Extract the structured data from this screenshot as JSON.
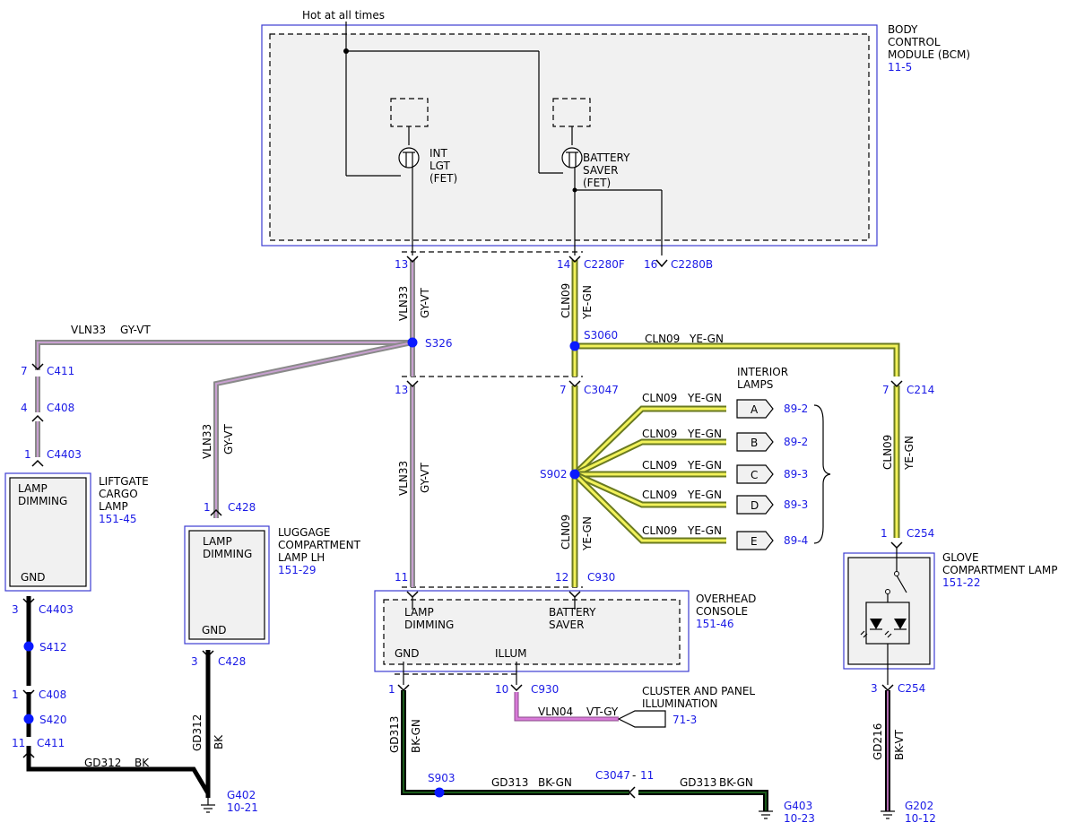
{
  "colors": {
    "gy_vt_core": "#c8a0d0",
    "gy_vt_stripe": "#8a8a8a",
    "ye_gn_core": "#f2f25a",
    "ye_gn_edge": "#6a7a20",
    "bk": "#000000",
    "bk_gn_core": "#1a5a1a",
    "vt_gy": "#d87ad8",
    "bk_vt": "#b06ab0",
    "splice": "#0a1aff",
    "ref_text": "#1a1ae6"
  },
  "top": {
    "hot_label": "Hot at all times"
  },
  "bcm": {
    "title": [
      "BODY",
      "CONTROL",
      "MODULE (BCM)"
    ],
    "ref": "11-5",
    "int_lgt": [
      "INT",
      "LGT",
      "(FET)"
    ],
    "battery_saver": [
      "BATTERY",
      "SAVER",
      "(FET)"
    ]
  },
  "pins": {
    "bcm_13": "13",
    "bcm_14": "14",
    "c2280f": "C2280F",
    "bcm_16": "16",
    "c2280b": "C2280B",
    "c3047_13": "13",
    "c3047_7": "7",
    "c3047": "C3047",
    "c930_11": "11",
    "c930_12": "12",
    "c930": "C930",
    "c930_10": "10",
    "c930_b": "C930",
    "oc_gnd_1": "1"
  },
  "wires": {
    "vln33": "VLN33",
    "gy_vt": "GY-VT",
    "cln09": "CLN09",
    "ye_gn": "YE-GN",
    "vln04": "VLN04",
    "vt_gy": "VT-GY",
    "gd312": "GD312",
    "bk": "BK",
    "gd313": "GD313",
    "bk_gn": "BK-GN",
    "gd216": "GD216",
    "bk_vt": "BK-VT"
  },
  "splices": {
    "s326": "S326",
    "s3060": "S3060",
    "s902": "S902",
    "s903": "S903",
    "s412": "S412",
    "s420": "S420"
  },
  "liftgate": {
    "title": [
      "LIFTGATE",
      "CARGO",
      "LAMP"
    ],
    "ref": "151-45",
    "inner": [
      "LAMP",
      "DIMMING"
    ],
    "gnd": "GND",
    "conn": [
      {
        "pin": "7",
        "name": "C411"
      },
      {
        "pin": "4",
        "name": "C408"
      },
      {
        "pin": "1",
        "name": "C4403"
      },
      {
        "pin": "3",
        "name": "C4403"
      },
      {
        "pin": "1",
        "name": "C408"
      },
      {
        "pin": "11",
        "name": "C411"
      }
    ]
  },
  "luggage": {
    "title": [
      "LUGGAGE",
      "COMPARTMENT",
      "LAMP LH"
    ],
    "ref": "151-29",
    "inner": [
      "LAMP",
      "DIMMING"
    ],
    "gnd": "GND",
    "pin_top": "1",
    "conn_top": "C428",
    "pin_bot": "3",
    "conn_bot": "C428"
  },
  "interior": {
    "title": [
      "INTERIOR",
      "LAMPS"
    ],
    "lamps": [
      {
        "letter": "A",
        "ref": "89-2"
      },
      {
        "letter": "B",
        "ref": "89-2"
      },
      {
        "letter": "C",
        "ref": "89-3"
      },
      {
        "letter": "D",
        "ref": "89-3"
      },
      {
        "letter": "E",
        "ref": "89-4"
      }
    ]
  },
  "overhead": {
    "title": [
      "OVERHEAD",
      "CONSOLE"
    ],
    "ref": "151-46",
    "lamp_dimming": [
      "LAMP",
      "DIMMING"
    ],
    "battery_saver": [
      "BATTERY",
      "SAVER"
    ],
    "gnd": "GND",
    "illum": "ILLUM"
  },
  "cluster": {
    "title": [
      "CLUSTER AND PANEL",
      "ILLUMINATION"
    ],
    "ref": "71-3"
  },
  "glove": {
    "title": [
      "GLOVE",
      "COMPARTMENT LAMP"
    ],
    "ref": "151-22",
    "pin_c214": "7",
    "c214": "C214",
    "pin_c254_top": "1",
    "c254_top": "C254",
    "pin_c254_bot": "3",
    "c254_bot": "C254"
  },
  "grounds": {
    "g402": "G402",
    "g402_ref": "10-21",
    "g403": "G403",
    "g403_ref": "10-23",
    "g202": "G202",
    "g202_ref": "10-12",
    "c3047_inline": "C3047",
    "c3047_dash": "-",
    "c3047_pin": "11"
  }
}
